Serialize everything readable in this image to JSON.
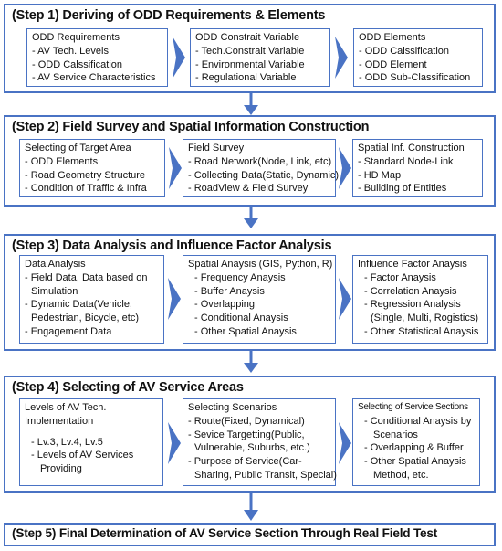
{
  "steps": [
    {
      "title": "(Step 1) Deriving of ODD Requirements & Elements",
      "boxes": [
        {
          "heading": "ODD Requirements",
          "items": [
            "- AV Tech. Levels",
            "- ODD Calssification",
            "- AV Service Characteristics"
          ]
        },
        {
          "heading": "ODD Constrait Variable",
          "items": [
            "- Tech.Constrait Variable",
            "- Environmental Variable",
            "- Regulational Variable"
          ]
        },
        {
          "heading": "ODD Elements",
          "items": [
            "- ODD Calssification",
            "- ODD Element",
            "- ODD Sub-Classification"
          ]
        }
      ]
    },
    {
      "title": "(Step 2) Field Survey and Spatial Information Construction",
      "boxes": [
        {
          "heading": "Selecting of Target Area",
          "items": [
            "- ODD Elements",
            "- Road Geometry Structure",
            "- Condition of Traffic & Infra"
          ]
        },
        {
          "heading": "Field Survey",
          "items": [
            "- Road Network(Node, Link, etc)",
            "- Collecting Data(Static, Dynamic)",
            "- RoadView & Field Survey"
          ]
        },
        {
          "heading": "Spatial Inf. Construction",
          "items": [
            "- Standard Node-Link",
            "- HD Map",
            "- Building of Entities"
          ]
        }
      ]
    },
    {
      "title": "(Step 3) Data Analysis and Influence Factor Analysis",
      "boxes": [
        {
          "heading": "Data Analysis",
          "items": [
            "- Field Data, Data based on",
            "Simulation",
            "- Dynamic Data(Vehicle,",
            "Pedestrian, Bicycle, etc)",
            "- Engagement Data"
          ]
        },
        {
          "heading": "Spatial Anaysis (GIS, Python, R)",
          "items": [
            "- Frequency Anaysis",
            "- Buffer Anaysis",
            "- Overlapping",
            "- Conditional Anaysis",
            "- Other Spatial Anaysis"
          ]
        },
        {
          "heading": "Influence Factor Anaysis",
          "items": [
            "- Factor Anaysis",
            "- Correlation Anaysis",
            "- Regression Analysis",
            "(Single, Multi, Rogistics)",
            "- Other Statistical Anaysis"
          ]
        }
      ]
    },
    {
      "title": "(Step 4) Selecting of AV Service Areas",
      "boxes": [
        {
          "heading": "Levels of AV Tech.",
          "heading2": "Implementation",
          "items": [
            "- Lv.3, Lv.4, Lv.5",
            "- Levels of AV Services",
            "Providing"
          ]
        },
        {
          "heading": "Selecting Scenarios",
          "items": [
            "- Route(Fixed, Dynamical)",
            "- Sevice Targetting(Public,",
            "Vulnerable, Suburbs, etc.)",
            "- Purpose of Service(Car-",
            "Sharing, Public Transit, Special)"
          ]
        },
        {
          "heading": "Selecting of Service Sections",
          "items": [
            "- Conditional Anaysis by",
            "Scenarios",
            "- Overlapping & Buffer",
            "- Other Spatial Anaysis",
            "Method, etc."
          ]
        }
      ]
    },
    {
      "title": "(Step 5) Final Determination of AV Service Section Through Real Field Test"
    }
  ],
  "colors": {
    "border": "#4a73c4",
    "arrow": "#4a73c4"
  },
  "icons": {
    "flow_right": "chevron-right-arrow-icon",
    "flow_down": "down-arrow-icon"
  }
}
